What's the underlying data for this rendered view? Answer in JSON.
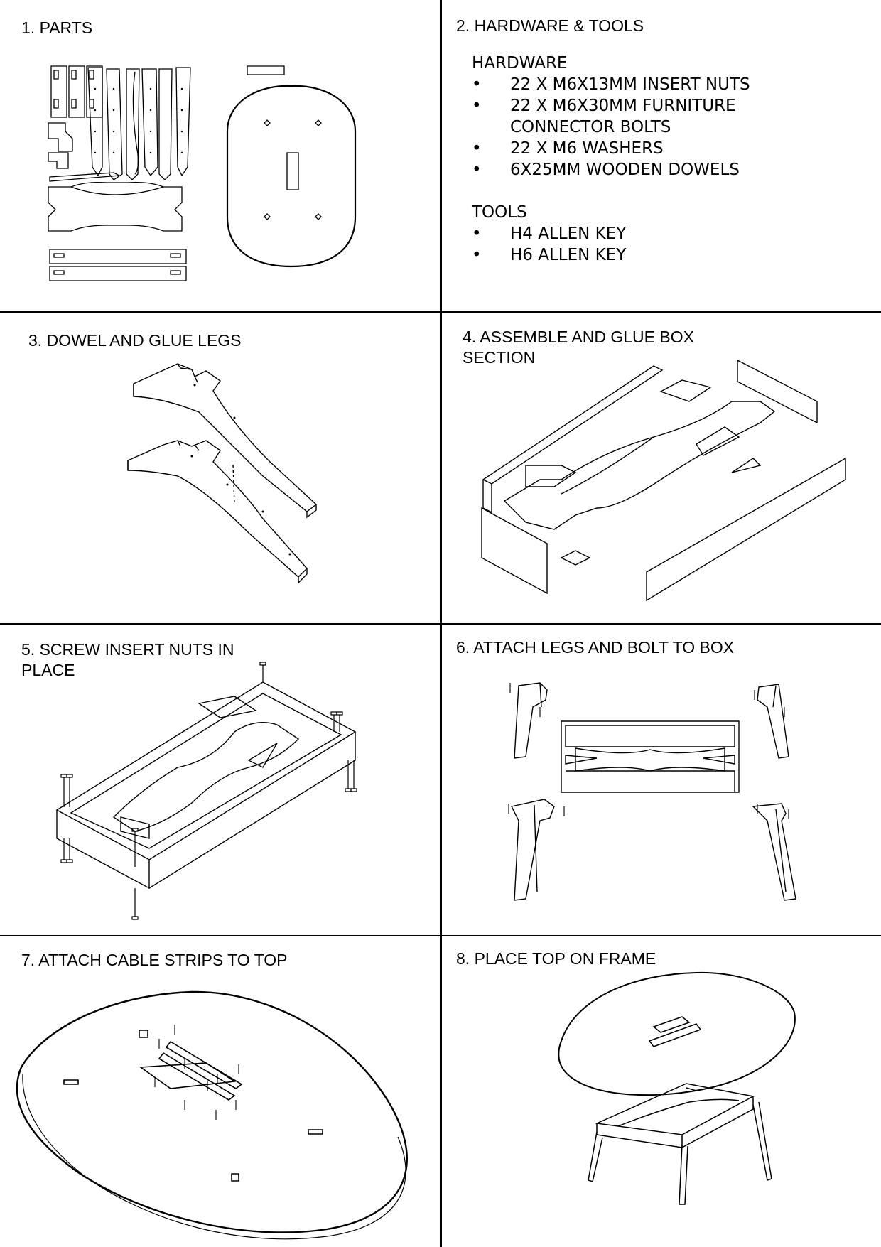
{
  "steps": [
    {
      "title": "1. PARTS"
    },
    {
      "title": "2. HARDWARE & TOOLS"
    },
    {
      "title": "3. DOWEL AND GLUE LEGS"
    },
    {
      "title": "4. ASSEMBLE AND GLUE BOX SECTION"
    },
    {
      "title": "5. SCREW INSERT NUTS IN PLACE"
    },
    {
      "title": "6. ATTACH LEGS AND BOLT TO BOX"
    },
    {
      "title": "7. ATTACH CABLE STRIPS TO TOP"
    },
    {
      "title": "8. PLACE TOP ON FRAME"
    }
  ],
  "hardware": {
    "heading": "HARDWARE",
    "items": [
      "22 X M6X13MM INSERT NUTS",
      "22 X M6X30MM FURNITURE CONNECTOR BOLTS",
      "22 X M6 WASHERS",
      "6X25MM WOODEN DOWELS"
    ]
  },
  "tools": {
    "heading": "TOOLS",
    "items": [
      "H4 ALLEN KEY",
      "H6 ALLEN KEY"
    ]
  }
}
